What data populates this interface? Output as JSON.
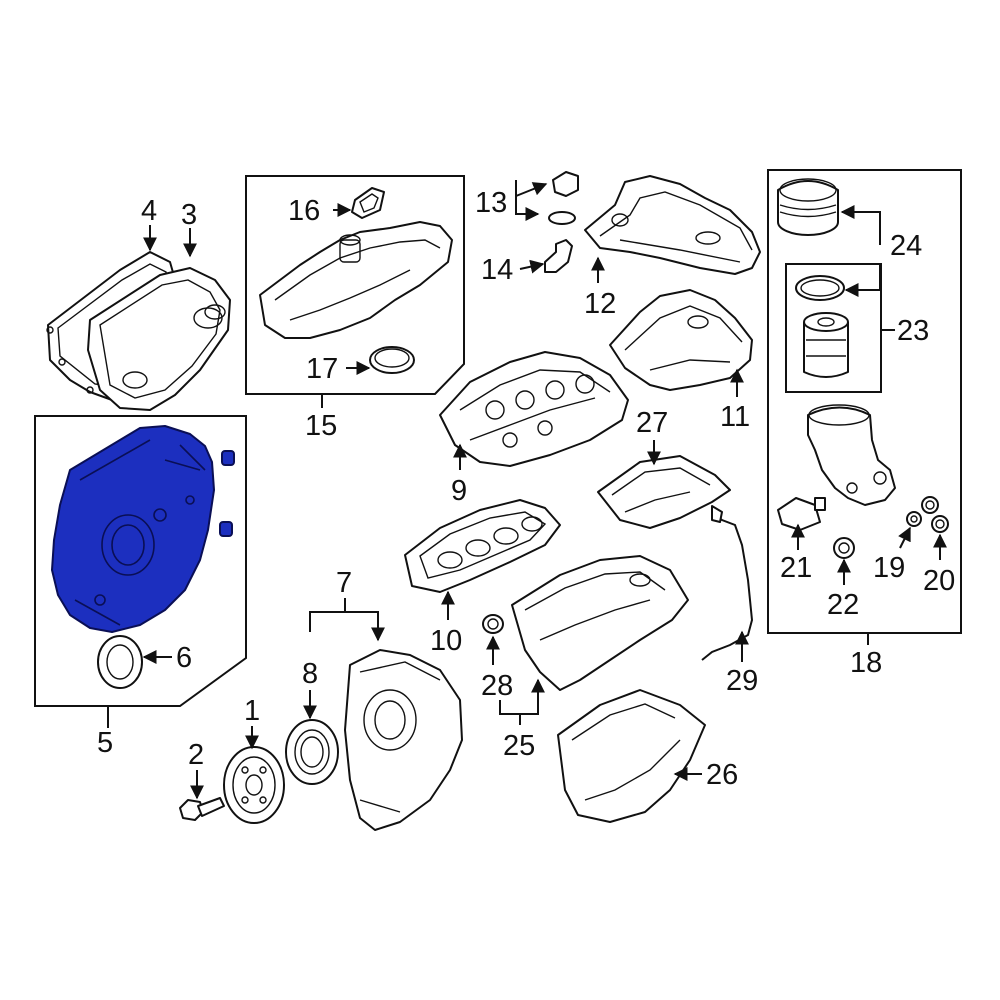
{
  "highlight_color": "#1c2fbf",
  "callouts": {
    "c1": "1",
    "c2": "2",
    "c3": "3",
    "c4": "4",
    "c5": "5",
    "c6": "6",
    "c7": "7",
    "c8": "8",
    "c9": "9",
    "c10": "10",
    "c11": "11",
    "c12": "12",
    "c13": "13",
    "c14": "14",
    "c15": "15",
    "c16": "16",
    "c17": "17",
    "c18": "18",
    "c19": "19",
    "c20": "20",
    "c21": "21",
    "c22": "22",
    "c23": "23",
    "c24": "24",
    "c25": "25",
    "c26": "26",
    "c27": "27",
    "c28": "28",
    "c29": "29"
  }
}
